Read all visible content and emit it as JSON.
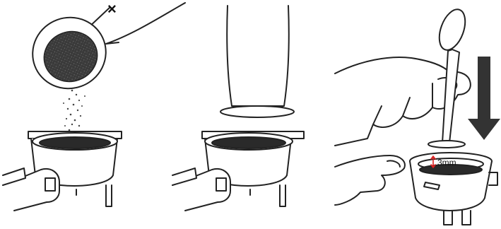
{
  "panels": [
    {
      "id": "dose",
      "marker": "×",
      "colors": {
        "grounds": "#3a3a3a"
      }
    },
    {
      "id": "tamp"
    },
    {
      "id": "level",
      "gap_label": "3mm",
      "colors": {
        "gap_marker": "#e02020",
        "arrow": "#333333"
      }
    }
  ]
}
